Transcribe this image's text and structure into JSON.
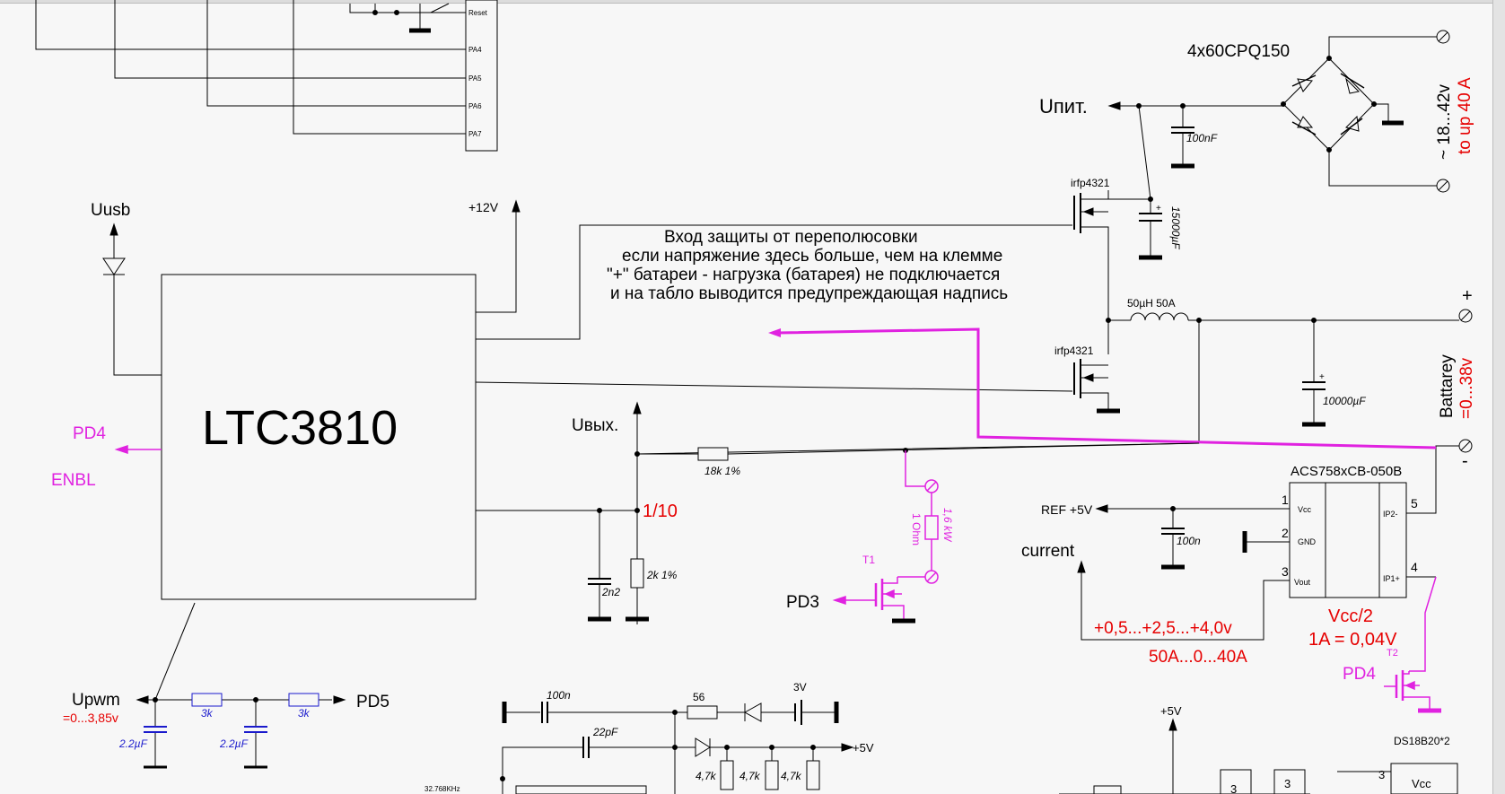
{
  "colors": {
    "wire": "#000000",
    "red": "#e60000",
    "magenta": "#e022e0",
    "blue": "#1a1acc",
    "background": "#f7f7f7"
  },
  "mcu": {
    "pins": [
      "Reset",
      "PA4",
      "PA5",
      "PA6",
      "PA7"
    ]
  },
  "ltc": {
    "name": "LTC3810"
  },
  "labels": {
    "uusb": "Uusb",
    "v12": "+12V",
    "upit": "Uпит.",
    "uvyh": "Uвых.",
    "ratio": "1/10",
    "pd4_left": "PD4",
    "enbl": "ENBL",
    "pd3": "PD3",
    "pd5": "PD5",
    "upwm": "Upwm",
    "upwm_range": "=0...3,85v",
    "ref5": "REF +5V",
    "current": "current",
    "current_scale": "+0,5...+2,5...+4,0v",
    "current_range": "50A...0...40A",
    "vcc2": "Vcc/2",
    "sens": "1A = 0,04V",
    "pd4_right": "PD4",
    "t2": "T2",
    "t1": "T1",
    "battery_plus": "+",
    "battery_minus": "-",
    "battery": "Battarey",
    "battery_range": "=0...38v",
    "input_range": "~ 18...42v",
    "input_current": "to up 40 A",
    "bridge": "4x60CPQ150",
    "v5_a": "+5V",
    "v5_b": "+5V",
    "v3": "3V",
    "ds": "DS18B20*2",
    "xtal": "32.768KHz"
  },
  "note_lines": [
    "Вход защиты от переполюсовки",
    "если напряжение здесь больше, чем на клемме",
    "\"+\" батареи - нагрузка (батарея) не подключается",
    "и на табло выводится предупреждающая надпись"
  ],
  "components": {
    "mosfet_top": "irfp4321",
    "mosfet_bottom": "irfp4321",
    "c100nf": "100nF",
    "c15000": "15000µF",
    "inductor": "50µH 50A",
    "c10000": "10000µF",
    "r18k": "18k 1%",
    "r2k": "2k 1%",
    "c2n2": "2n2",
    "shunt_r": "1,6 kW",
    "shunt_ohm": "1 Ohm",
    "c100n_ref": "100n",
    "r3k_a": "3k",
    "r3k_b": "3k",
    "c22a": "2.2µF",
    "c22b": "2.2µF",
    "c100n_bottom": "100n",
    "r56": "56",
    "c22pf": "22pF",
    "r47a": "4,7k",
    "r47b": "4,7k",
    "r47c": "4,7k"
  },
  "acs": {
    "name": "ACS758xCB-050B",
    "pins_left": [
      {
        "num": "1",
        "name": "Vcc"
      },
      {
        "num": "2",
        "name": "GND"
      },
      {
        "num": "3",
        "name": "Vout"
      }
    ],
    "pins_right": [
      {
        "num": "5",
        "name": "IP2-"
      },
      {
        "num": "4",
        "name": "IP1+"
      }
    ]
  },
  "bottom_blocks": {
    "n3a": "3",
    "n3b": "3",
    "n3c": "3",
    "vcc": "Vcc"
  }
}
